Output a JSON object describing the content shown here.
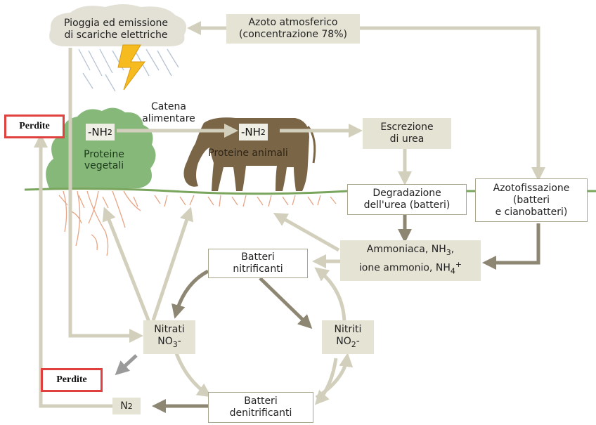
{
  "nodes": {
    "rain": "Pioggia ed emissione\ndi scariche elettriche",
    "atmospheric_nitrogen": "Azoto atmosferico\n(concentrazione 78%)",
    "food_chain": "Catena\nalimentare",
    "plant_nh2": "-NH",
    "plant_nh2_sub": "2",
    "plant_proteins": "Proteine\nvegetali",
    "animal_nh2": "-NH",
    "animal_nh2_sub": "2",
    "animal_proteins": "Proteine animali",
    "urea_excretion": "Escrezione\ndi urea",
    "urea_degradation": "Degradazione\ndell'urea (batteri)",
    "nitrogen_fixation": "Azotofissazione\n(batteri\ne cianobatteri)",
    "ammonia_line1": "Ammoniaca, NH",
    "ammonia_line1_sub": "3",
    "ammonia_line1_end": ",",
    "ammonia_line2": "ione ammonio, NH",
    "ammonia_line2_sub": "4",
    "ammonia_line2_sup": "+",
    "nitrifying_bacteria": "Batteri\nnitrificanti",
    "nitrates_line1": "Nitrati",
    "nitrates_formula": "NO",
    "nitrates_sub": "3",
    "nitrates_charge": "-",
    "nitrites_line1": "Nitriti",
    "nitrites_formula": "NO",
    "nitrites_sub": "2",
    "nitrites_charge": "-",
    "n2": "N",
    "n2_sub": "2",
    "denitrifying_bacteria": "Batteri\ndenitrificanti",
    "losses_top": "Perdite",
    "losses_bottom": "Perdite"
  },
  "colors": {
    "arrow_light": "#d8d6c4",
    "arrow_dark": "#8d8672",
    "plant": "#86b87a",
    "cow": "#7b6547",
    "ground": "#7aa55d",
    "roots": "#e8a585",
    "perdite_border": "#e0413f",
    "lightning": "#f6bb1e"
  }
}
